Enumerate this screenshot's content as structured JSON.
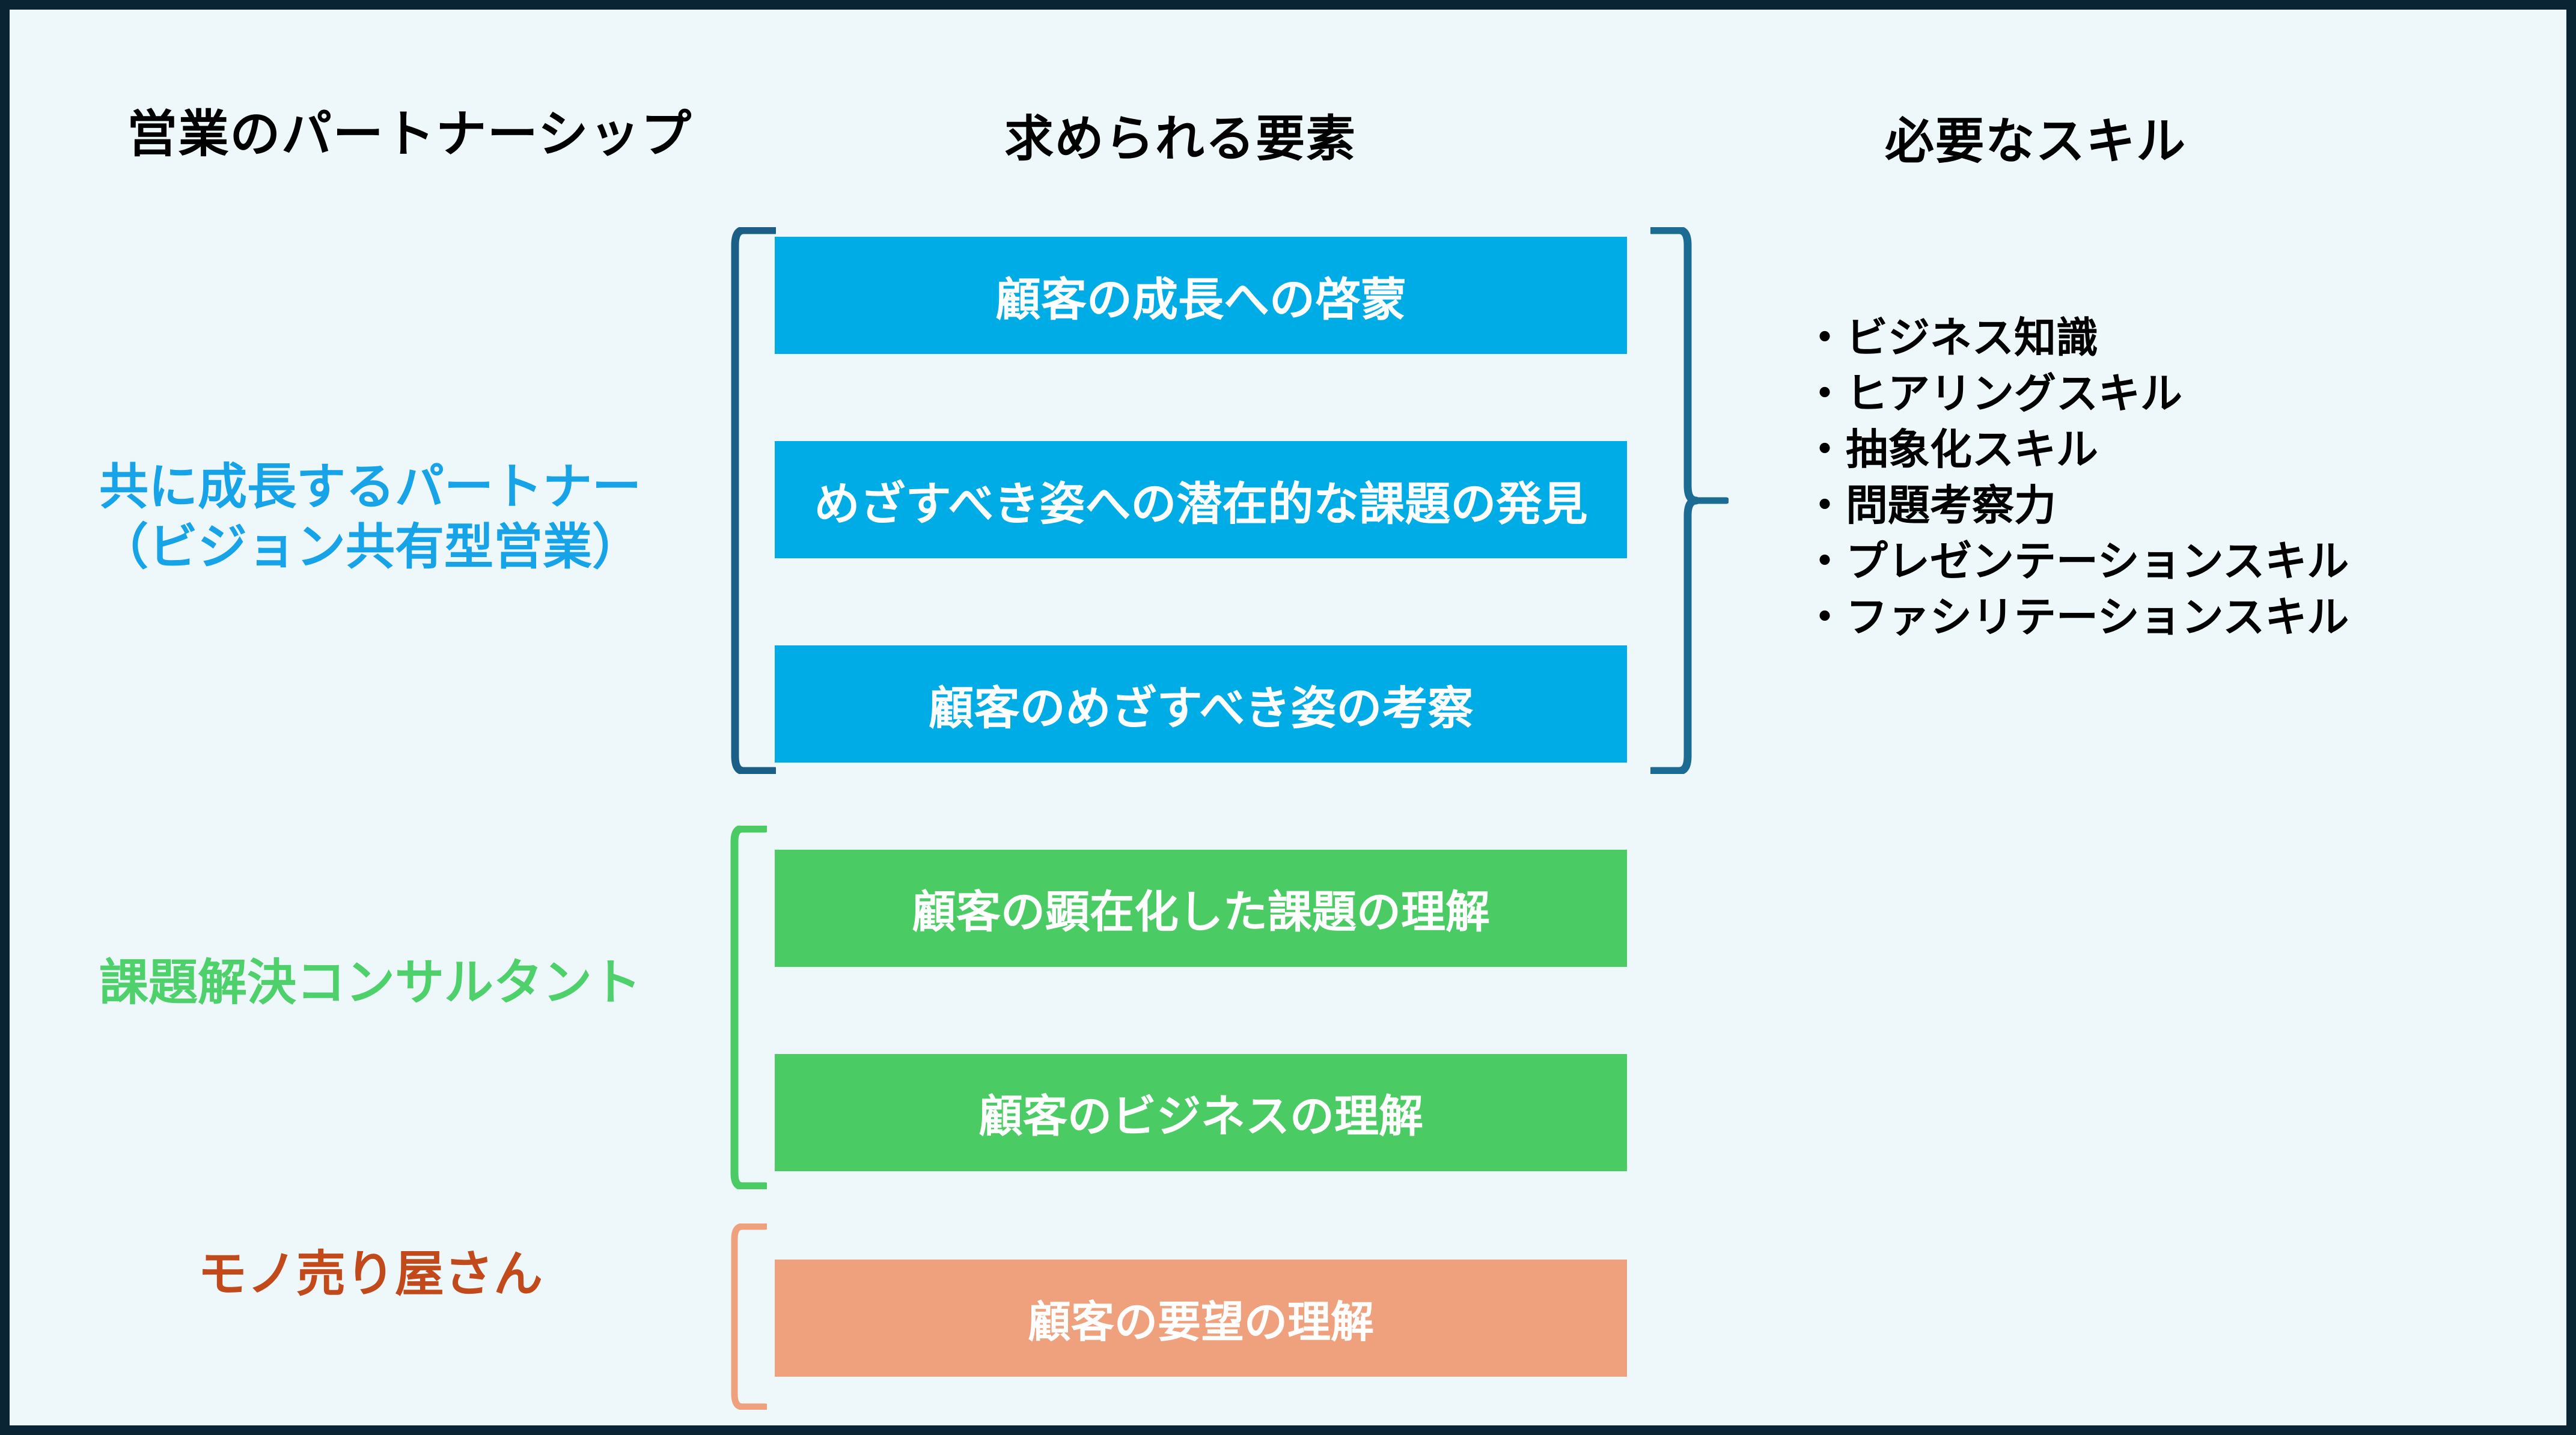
{
  "canvas": {
    "background_color": "#eef8fb",
    "border_color": "#0a2433"
  },
  "headers": {
    "partnership": "営業のパートナーシップ",
    "elements": "求められる要素",
    "skills": "必要なスキル"
  },
  "roles": [
    {
      "id": "partner",
      "line1": "共に成長するパートナー",
      "line2": "（ビジョン共有型営業）",
      "color": "#16a3e8"
    },
    {
      "id": "consultant",
      "line1": "課題解決コンサルタント",
      "color": "#4ed06a"
    },
    {
      "id": "seller",
      "line1": "モノ売り屋さん",
      "color": "#c1491a"
    }
  ],
  "elements": [
    {
      "id": "enlighten",
      "label": "顧客の成長への啓蒙",
      "color": "#00ace6",
      "group": "partner"
    },
    {
      "id": "latent",
      "label": "めざすべき姿への潜在的な課題の発見",
      "color": "#00ace6",
      "group": "partner"
    },
    {
      "id": "vision",
      "label": "顧客のめざすべき姿の考察",
      "color": "#00ace6",
      "group": "partner"
    },
    {
      "id": "explicit",
      "label": "顧客の顕在化した課題の理解",
      "color": "#4acb63",
      "group": "consultant"
    },
    {
      "id": "business",
      "label": "顧客のビジネスの理解",
      "color": "#4acb63",
      "group": "consultant"
    },
    {
      "id": "needs",
      "label": "顧客の要望の理解",
      "color": "#efa07c",
      "group": "seller"
    }
  ],
  "brackets": {
    "blue_left_color": "#1b5f86",
    "blue_right_color": "#1b6b92",
    "green_color": "#4acb63",
    "orange_color": "#efa07c"
  },
  "skills": [
    "・ビジネス知識",
    "・ヒアリングスキル",
    "・抽象化スキル",
    "・問題考察力",
    "・プレゼンテーションスキル",
    "・ファシリテーションスキル"
  ]
}
